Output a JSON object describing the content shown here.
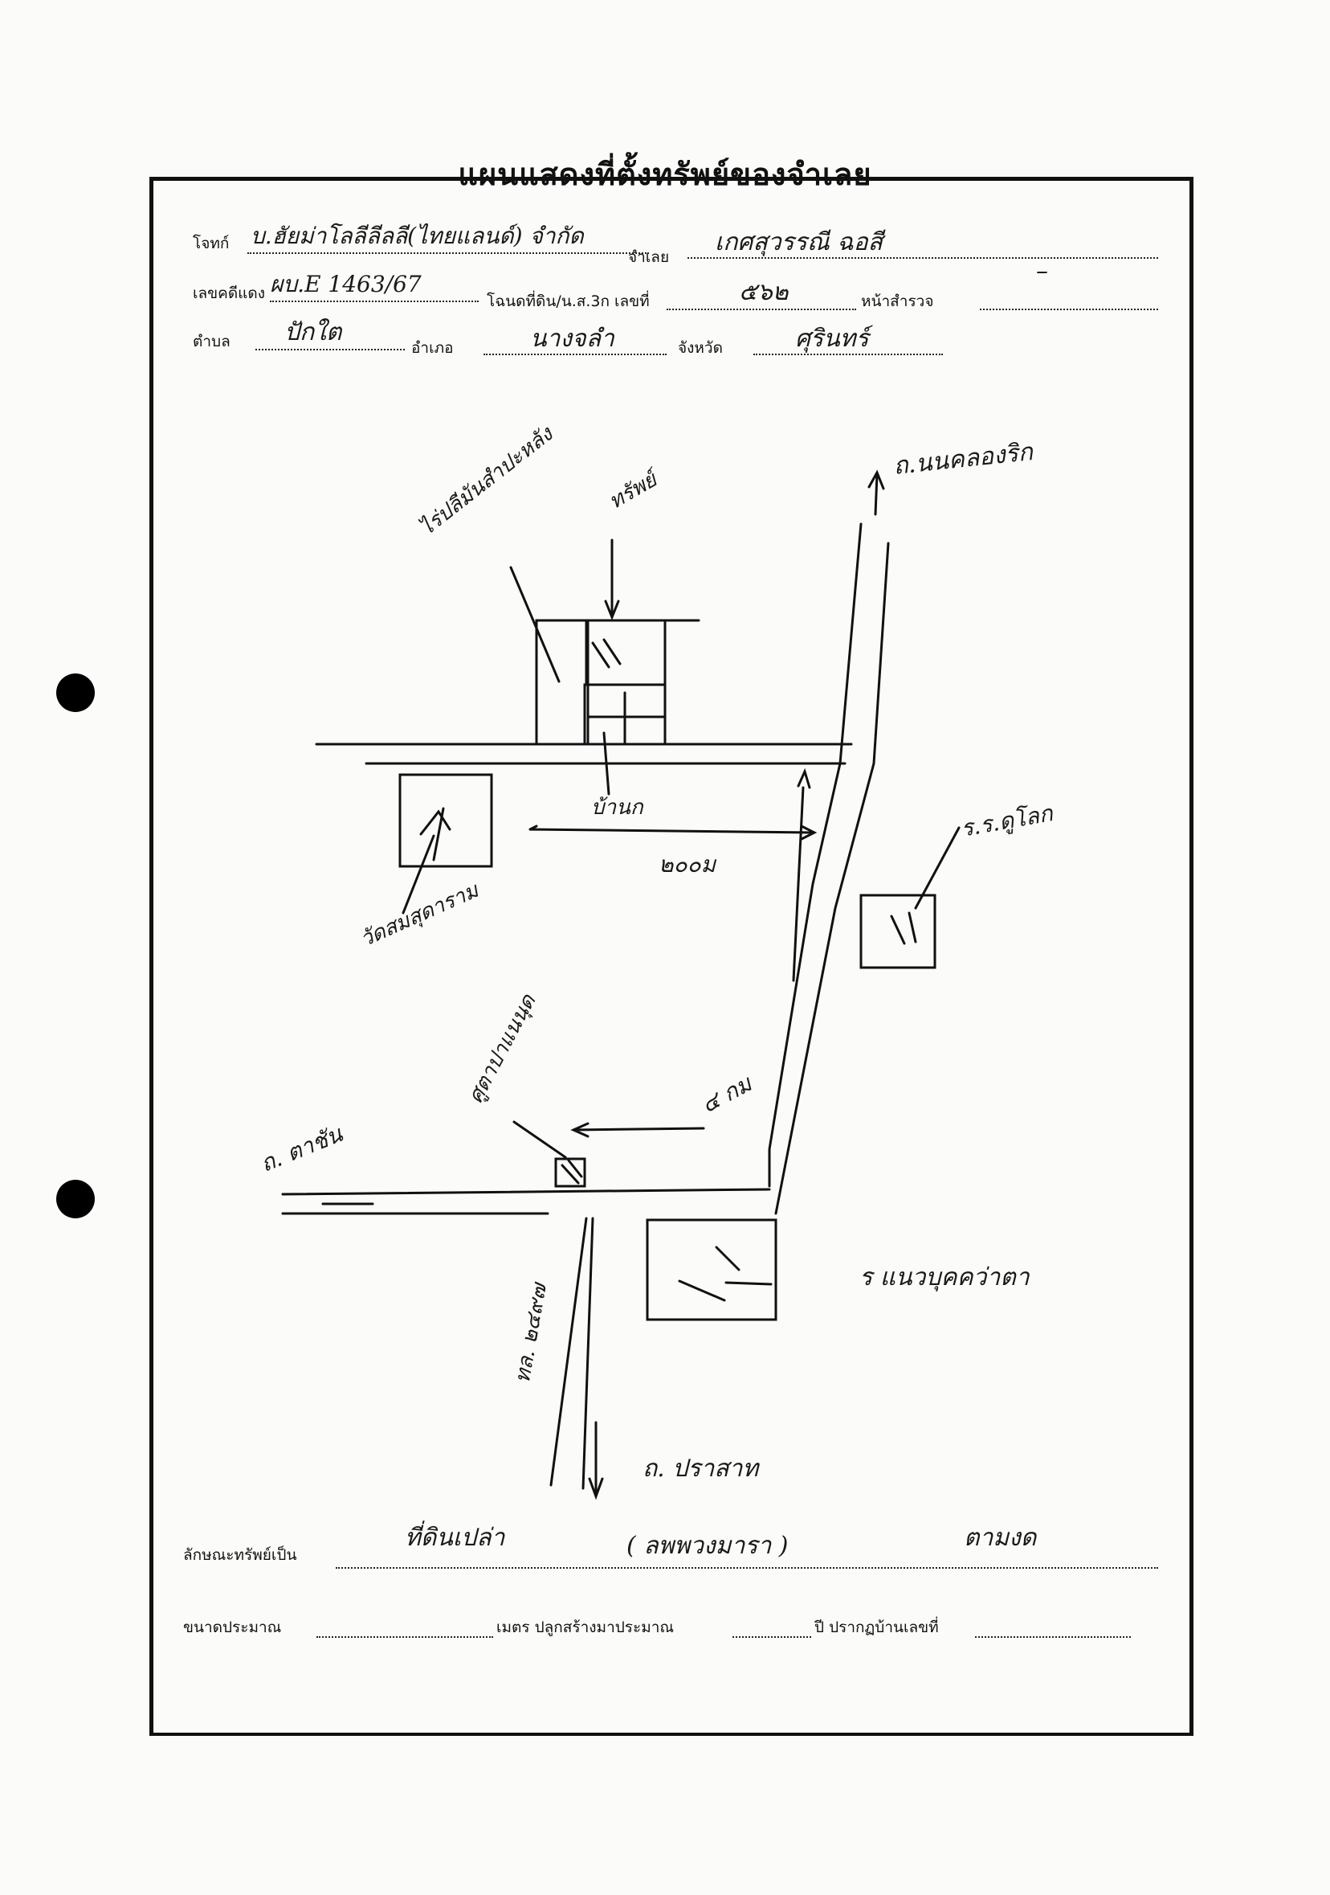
{
  "form": {
    "title": "แผนแสดงที่ตั้งทรัพย์ของจำเลย",
    "plaintiff_label": "โจทก์",
    "plaintiff_value": "บ.ฮัยม่าโลลีลีลลี(ไทยแลนด์) จำกัด",
    "defendant_label": "จำเลย",
    "defendant_value": "เกศสุวรรณี ฉอสี",
    "red_case_label": "เลขคดีแดง",
    "red_case_value": "ผบ.E 1463/67",
    "deed_label": "โฉนดที่ดิน/น.ส.3ก เลขที่",
    "deed_value": "๕๖๒",
    "survey_label": "หน้าสำรวจ",
    "survey_value": "–",
    "subdistrict_label": "ตำบล",
    "subdistrict_value": "ปักใต",
    "district_label": "อำเภอ",
    "district_value": "นางจลำ",
    "province_label": "จังหวัด",
    "province_value": "ศุรินทร์",
    "property_type_label": "ลักษณะทรัพย์เป็น",
    "property_type_value": "ที่ดินเปล่า",
    "property_type_note": "( ลพพวงมารา )",
    "property_type_extra": "ตามงด",
    "size_label": "ขนาดประมาณ",
    "size_unit_label": "เมตร ปลูกสร้างมาประมาณ",
    "year_label": "ปี ปรากฏบ้านเลขที่"
  },
  "map_labels": {
    "road_top_right": "ถ.นนคลองริก",
    "building_left": "ไร่ปลีมันสำปะหลัง",
    "building_right": "ทรัพย์",
    "arrow_label": "บ้านก",
    "temple": "วัดสมสุดาราม",
    "distance_200": "๒๐๐ม",
    "school": "ร.ร.ดูโลก",
    "shrine": "ศูตาปาแนนุด",
    "distance_4km": "๔ กม",
    "road_left": "ถ. ตาชัน",
    "hospital": "ร แนวบุคคว่าตา",
    "road_vertical": "ทล. ๒๔๙๗",
    "road_bottom": "ถ. ปราสาท"
  }
}
